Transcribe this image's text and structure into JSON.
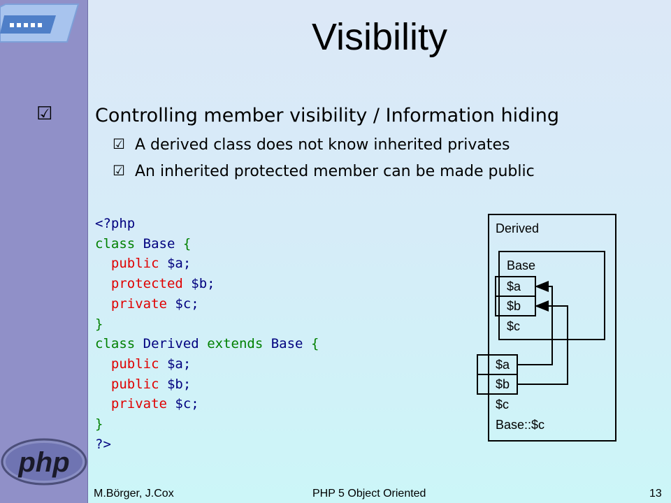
{
  "slide": {
    "title": "Visibility",
    "bullets": [
      {
        "text": "Controlling member visibility / Information hiding"
      },
      {
        "text": "A derived class does not know inherited privates"
      },
      {
        "text": "An inherited protected member can be made public"
      }
    ],
    "check_glyph": "☑"
  },
  "code": {
    "line1": "<?php",
    "line2_kw": "class",
    "line2_name": "Base",
    "line2_brace": "{",
    "line3_mod": "public",
    "line3_var": "$a;",
    "line4_mod": "protected",
    "line4_var": "$b;",
    "line5_mod": "private",
    "line5_var": "$c;",
    "line6": "}",
    "line7_kw": "class",
    "line7_name": "Derived",
    "line7_ext": "extends",
    "line7_base": "Base",
    "line7_brace": "{",
    "line8_mod": "public",
    "line8_var": "$a;",
    "line9_mod": "public",
    "line9_var": "$b;",
    "line10_mod": "private",
    "line10_var": "$c;",
    "line11": "}",
    "line12": "?>"
  },
  "diagram": {
    "outer_label": "Derived",
    "inner_label": "Base",
    "base_members": [
      "$a",
      "$b",
      "$c"
    ],
    "derived_members": [
      "$a",
      "$b",
      "$c",
      "Base::$c"
    ]
  },
  "footer": {
    "authors": "M.Börger, J.Cox",
    "course": "PHP 5 Object Oriented",
    "page": "13"
  },
  "branding": {
    "logo_text": "php",
    "top_logo_name": "dots-banner-icon"
  },
  "colors": {
    "sidebar": "#9090c8",
    "keyword_green": "#008000",
    "keyword_red": "#e00000",
    "identifier_blue": "#00007f"
  }
}
